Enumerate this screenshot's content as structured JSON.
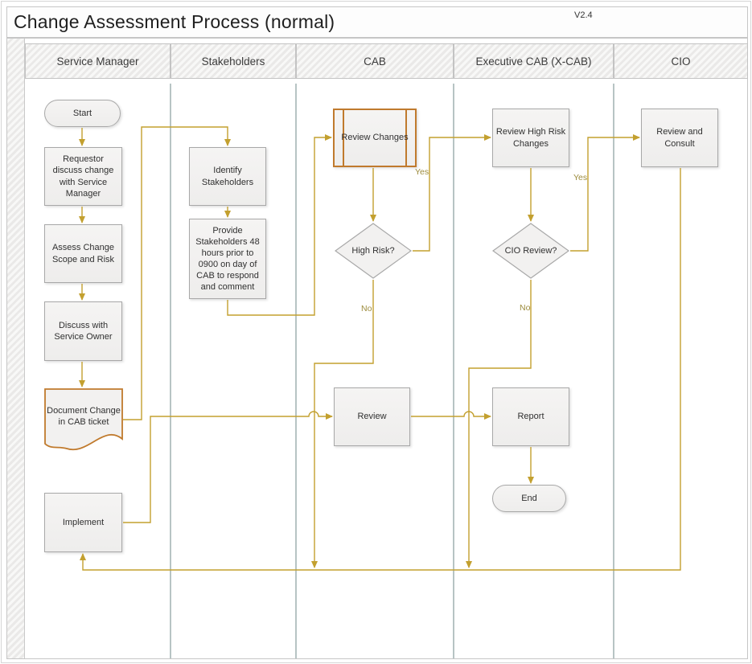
{
  "title": {
    "text": "Change Assessment Process (normal)",
    "version": "V2.4"
  },
  "lanes": [
    {
      "label": "Service Manager"
    },
    {
      "label": "Stakeholders"
    },
    {
      "label": "CAB"
    },
    {
      "label": "Executive CAB (X-CAB)"
    },
    {
      "label": "CIO"
    }
  ],
  "nodes": {
    "start": {
      "label": "Start",
      "type": "terminator",
      "lane": "Service Manager"
    },
    "requestor_discuss": {
      "label": "Requestor discuss change with Service Manager",
      "type": "process",
      "lane": "Service Manager"
    },
    "assess_change": {
      "label": "Assess Change Scope and Risk",
      "type": "process",
      "lane": "Service Manager"
    },
    "discuss_owner": {
      "label": "Discuss with Service Owner",
      "type": "process",
      "lane": "Service Manager"
    },
    "document_change": {
      "label": "Document Change in CAB ticket",
      "type": "document",
      "lane": "Service Manager"
    },
    "implement": {
      "label": "Implement",
      "type": "process",
      "lane": "Service Manager"
    },
    "identify_stakeholders": {
      "label": "Identify Stakeholders",
      "type": "process",
      "lane": "Stakeholders"
    },
    "provide_stakeholders": {
      "label": "Provide Stakeholders 48 hours prior to 0900 on day of CAB to respond and comment",
      "type": "process",
      "lane": "Stakeholders"
    },
    "review_changes": {
      "label": "Review Changes",
      "type": "subprocess",
      "lane": "CAB"
    },
    "high_risk": {
      "label": "High Risk?",
      "type": "decision",
      "lane": "CAB"
    },
    "review": {
      "label": "Review",
      "type": "process",
      "lane": "CAB"
    },
    "review_high_risk": {
      "label": "Review High Risk Changes",
      "type": "process",
      "lane": "Executive CAB (X-CAB)"
    },
    "cio_review": {
      "label": "CIO Review?",
      "type": "decision",
      "lane": "Executive CAB (X-CAB)"
    },
    "report": {
      "label": "Report",
      "type": "process",
      "lane": "Executive CAB (X-CAB)"
    },
    "end": {
      "label": "End",
      "type": "terminator",
      "lane": "Executive CAB (X-CAB)"
    },
    "review_consult": {
      "label": "Review and Consult",
      "type": "process",
      "lane": "CIO"
    }
  },
  "edge_labels": {
    "high_risk_yes": "Yes",
    "high_risk_no": "No",
    "cio_review_yes": "Yes",
    "cio_review_no": "No"
  },
  "colors": {
    "connector": "#c3a02f",
    "highlight_border": "#c07a2d",
    "shape_border": "#a8a8a8",
    "shape_fill": "#f2f1f0",
    "lane_line": "#b7c4c4"
  }
}
